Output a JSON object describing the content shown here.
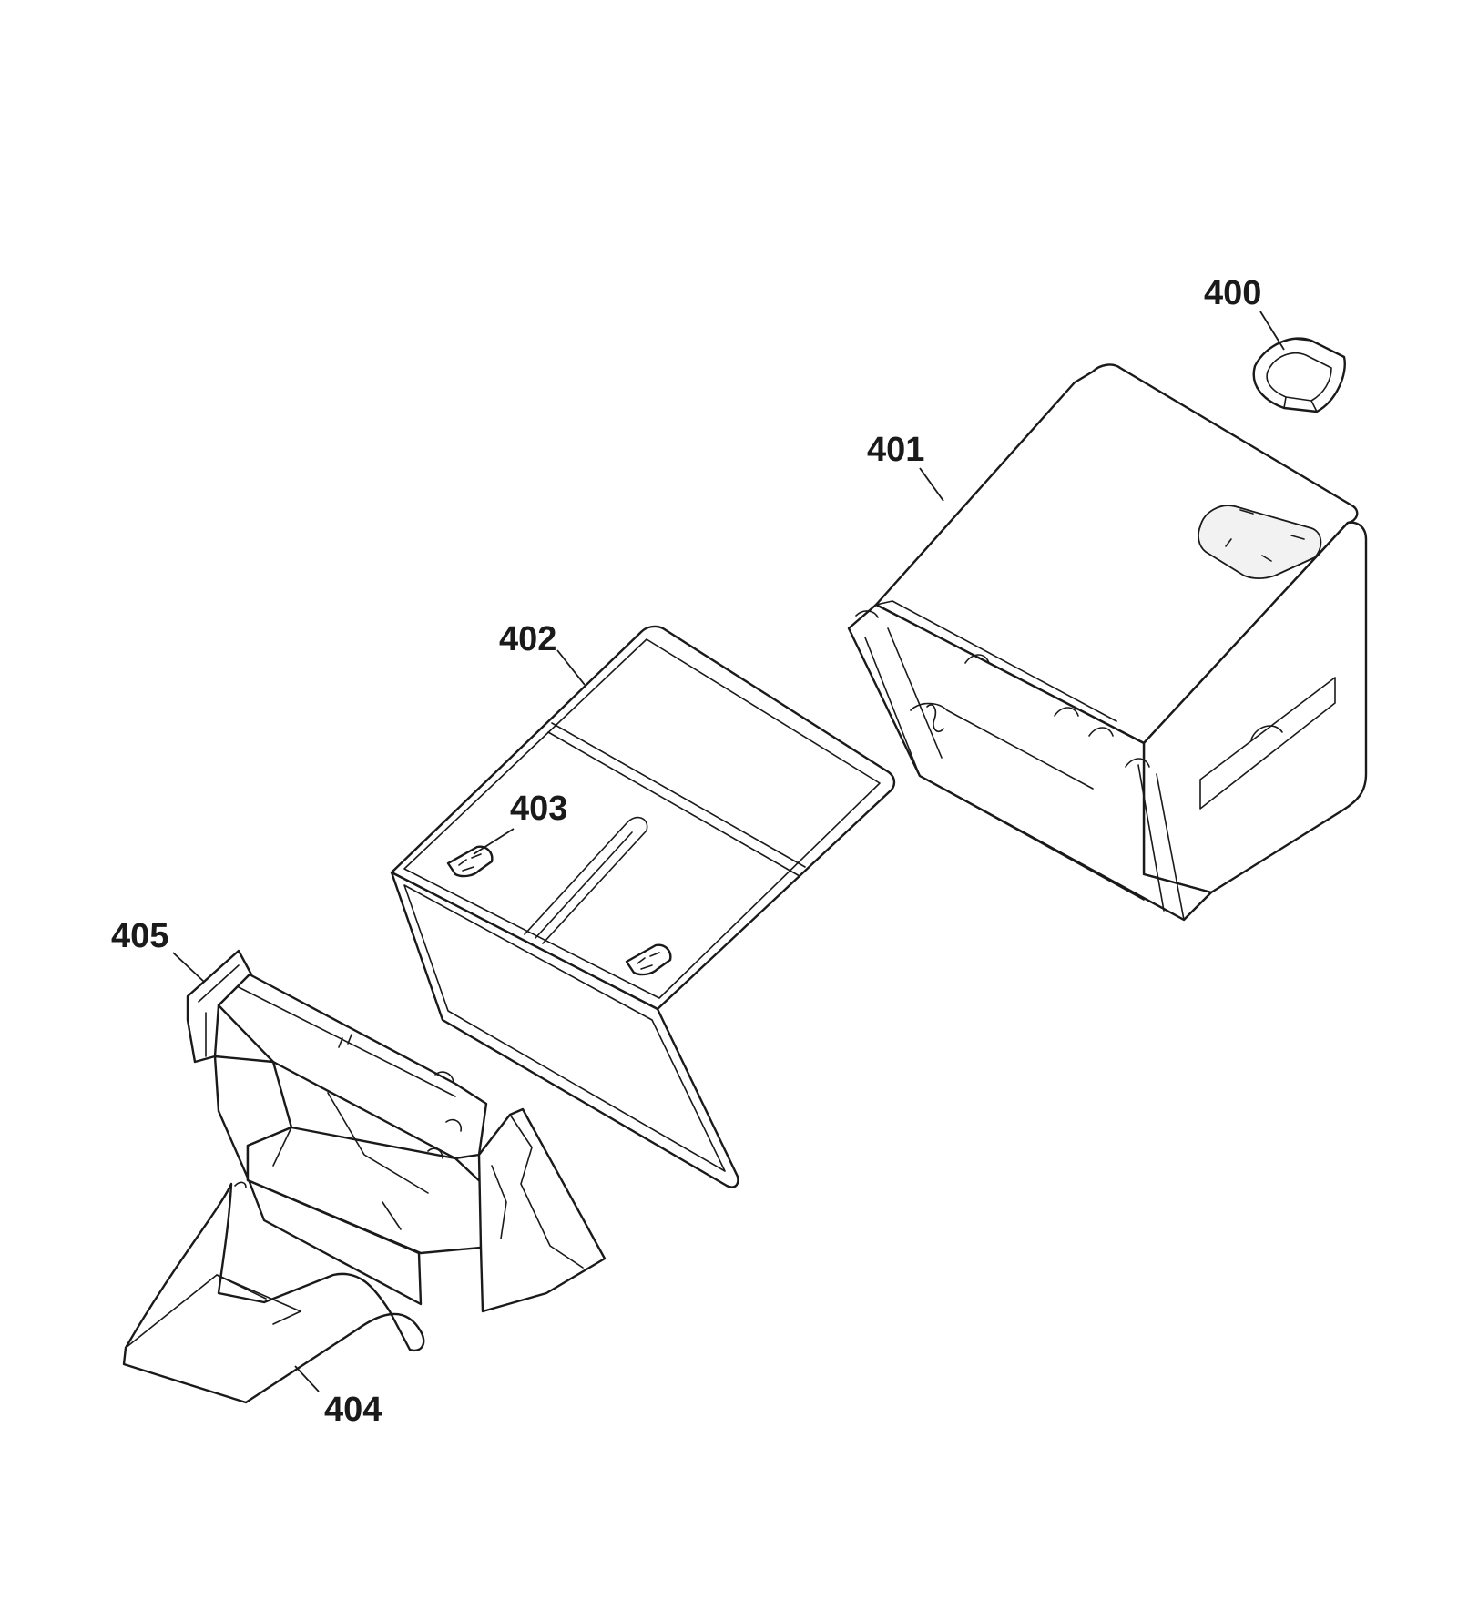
{
  "diagram": {
    "parts": [
      {
        "id": "400",
        "label": "400",
        "icon": "cap-icon"
      },
      {
        "id": "401",
        "label": "401",
        "icon": "bag-housing-icon"
      },
      {
        "id": "402",
        "label": "402",
        "icon": "bag-frame-icon"
      },
      {
        "id": "403",
        "label": "403",
        "icon": "clip-icon"
      },
      {
        "id": "404",
        "label": "404",
        "icon": "chute-icon"
      },
      {
        "id": "405",
        "label": "405",
        "icon": "bag-lid-icon"
      }
    ],
    "colors": {
      "line": "#1a1a1a",
      "background": "#ffffff",
      "fill": "#ffffff"
    }
  }
}
